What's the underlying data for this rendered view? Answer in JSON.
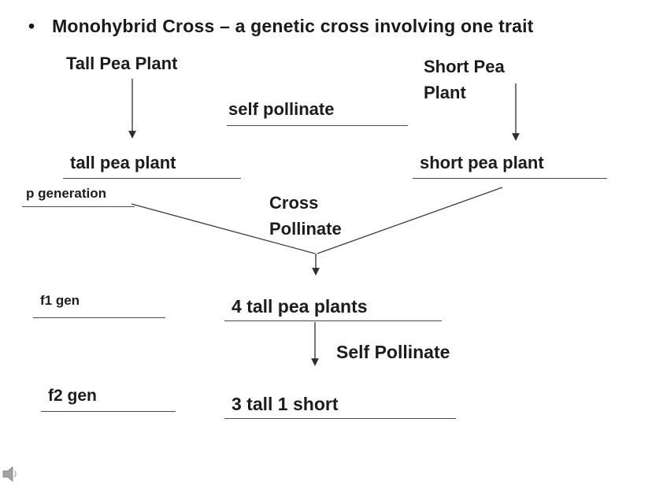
{
  "slide": {
    "bullet": "•",
    "title": "Monohybrid Cross – a genetic cross involving one trait",
    "diagram": {
      "tall_parent": "Tall Pea Plant",
      "short_parent": "Short Pea Plant",
      "self_pollinate": "self pollinate",
      "tall_offspring": "tall pea plant",
      "short_offspring": "short pea plant",
      "p_generation": "p generation",
      "cross_pollinate": "Cross Pollinate",
      "f1_label": "f1 gen",
      "f1_result": "4 tall pea plants",
      "self_pollinate_step": "Self Pollinate",
      "f2_label": "f2 gen",
      "f2_result": "3 tall 1 short"
    },
    "icons": {
      "speaker": "speaker-icon"
    },
    "colors": {
      "text": "#1c1c1c",
      "line": "#3c3c3c",
      "background": "#ffffff"
    }
  }
}
